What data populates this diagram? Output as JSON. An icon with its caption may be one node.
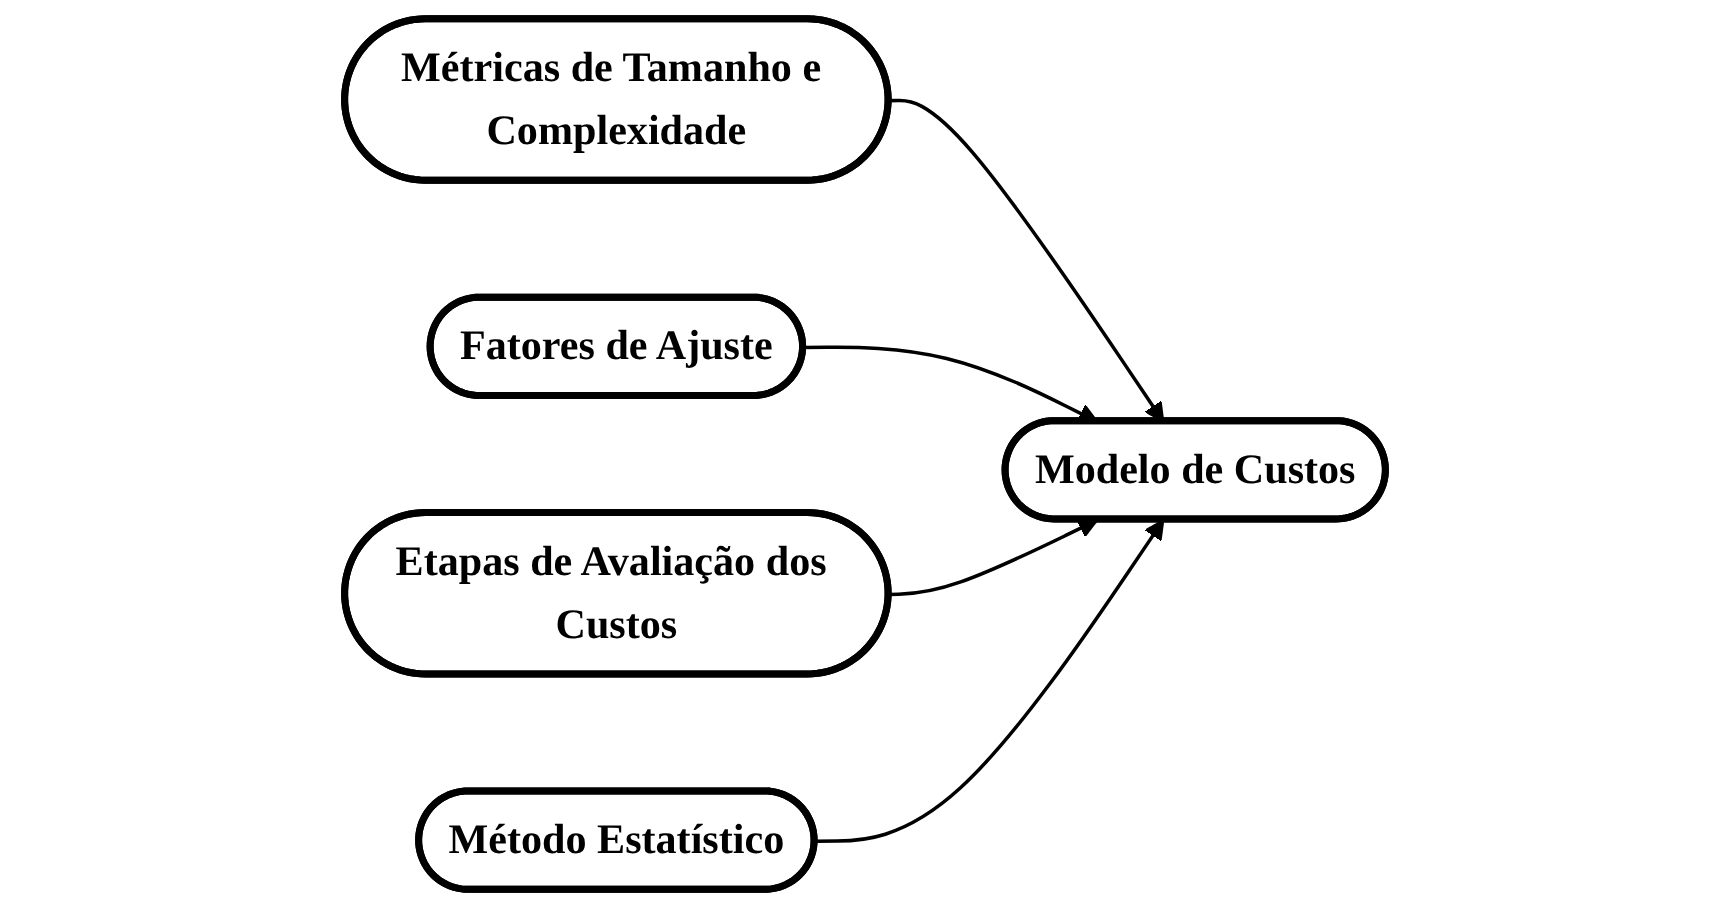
{
  "diagram": {
    "nodes": [
      {
        "text": [
          "Métricas de Tamanho e Complexidade"
        ]
      },
      {
        "text": [
          "Fatores de Ajuste"
        ]
      },
      {
        "text": [
          "Modelo de Custos"
        ]
      },
      {
        "text": [
          "Etapas de Avaliação dos Custos"
        ]
      },
      {
        "text": [
          "Método Estatístico"
        ]
      }
    ],
    "edges": [
      {
        "from": 0,
        "to": 2,
        "arrow": "to"
      },
      {
        "from": 1,
        "to": 2,
        "arrow": "to"
      },
      {
        "from": 3,
        "to": 2,
        "arrow": "to"
      },
      {
        "from": 4,
        "to": 2,
        "arrow": "to"
      }
    ]
  }
}
